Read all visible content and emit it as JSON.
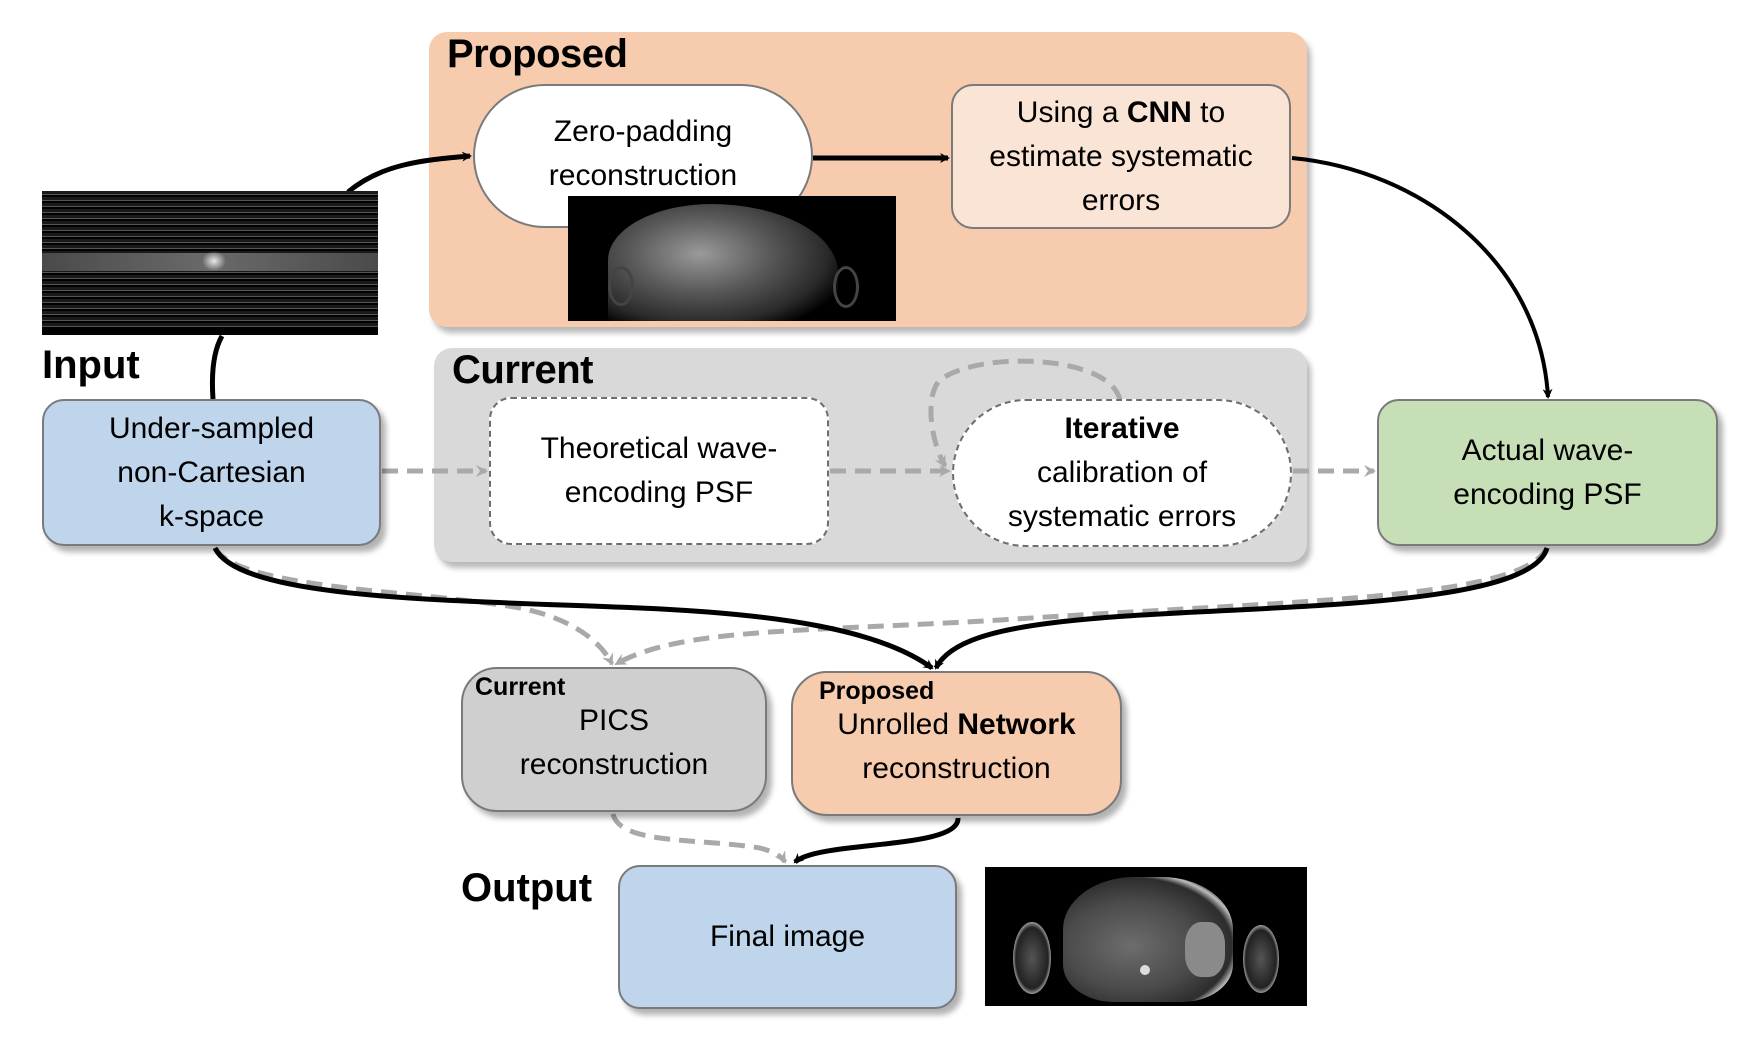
{
  "panels": {
    "proposed": {
      "title": "Proposed"
    },
    "current": {
      "title": "Current"
    }
  },
  "labels": {
    "input": "Input",
    "output": "Output"
  },
  "nodes": {
    "zero_padding": {
      "line1": "Zero-padding",
      "line2": "reconstruction"
    },
    "cnn": {
      "pre": "Using a ",
      "bold": "CNN",
      "post": " to",
      "line2": "estimate systematic",
      "line3": "errors"
    },
    "input_kspace": {
      "line1": "Under-sampled",
      "line2": "non-Cartesian",
      "line3": "k-space"
    },
    "theoretical_psf": {
      "line1": "Theoretical wave-",
      "line2": "encoding PSF"
    },
    "iterative": {
      "bold": "Iterative",
      "line2": "calibration of",
      "line3": "systematic errors"
    },
    "actual_psf": {
      "line1": "Actual wave-",
      "line2": "encoding PSF"
    },
    "pics": {
      "tag": "Current",
      "line1": "PICS",
      "line2": "reconstruction"
    },
    "unrolled": {
      "tag": "Proposed",
      "pre": "Unrolled ",
      "bold": "Network",
      "line2": "reconstruction"
    },
    "final_image": {
      "line1": "Final image"
    }
  },
  "images": {
    "kspace": "under-sampled k-space image",
    "zero_pad_recon": "zero-padding reconstruction image",
    "final_mri": "final reconstructed abdominal MRI image"
  },
  "colors": {
    "proposed_panel": "#f6cbae",
    "current_panel": "#d9d9d9",
    "input_output_box": "#bed5ec",
    "actual_psf_box": "#c6dfb7",
    "cnn_box": "#fae4d6",
    "pics_box": "#d0cfcf",
    "proposed_arrow": "#000000",
    "current_arrow": "#a9a9a9"
  }
}
